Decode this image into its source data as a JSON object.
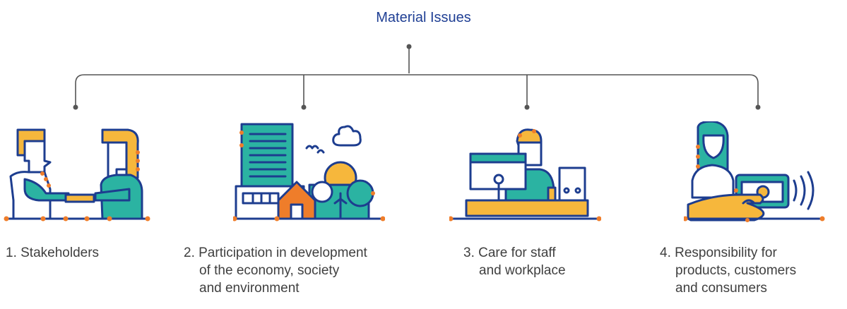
{
  "title": "Material Issues",
  "colors": {
    "title": "#1f3f94",
    "navy": "#1d3d8f",
    "teal": "#2bb3a2",
    "yellow": "#f6b73c",
    "orange": "#ef7d2a",
    "connector": "#555555",
    "text": "#3f3f3f"
  },
  "issues": [
    {
      "line1": "1. Stakeholders",
      "line2": "",
      "line3": "",
      "icon": "handshake-icon"
    },
    {
      "line1": "2. Participation in development",
      "line2": "of the economy, society",
      "line3": "and environment",
      "icon": "city-nature-icon"
    },
    {
      "line1": "3. Care for staff",
      "line2": "and workplace",
      "line3": "",
      "icon": "office-worker-icon"
    },
    {
      "line1": "4. Responsibility for",
      "line2": "products, customers",
      "line3": "and consumers",
      "icon": "contactless-payment-icon"
    }
  ]
}
